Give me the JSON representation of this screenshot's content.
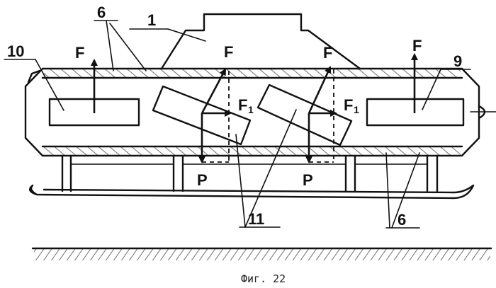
{
  "figure": {
    "caption": "Фиг. 22",
    "labels": {
      "body": "1",
      "tracks_top": "6",
      "tracks_bottom": "6",
      "left_unit": "10",
      "right_unit": "9",
      "inclined_units": "11"
    },
    "forces": {
      "lift": "F",
      "lift_mid_left": "F",
      "lift_mid_right": "F",
      "lift_right": "F",
      "component_left": "F",
      "component_left_sub": "1",
      "component_right": "F",
      "component_right_sub": "1",
      "weight_left": "P",
      "weight_right": "P"
    }
  }
}
